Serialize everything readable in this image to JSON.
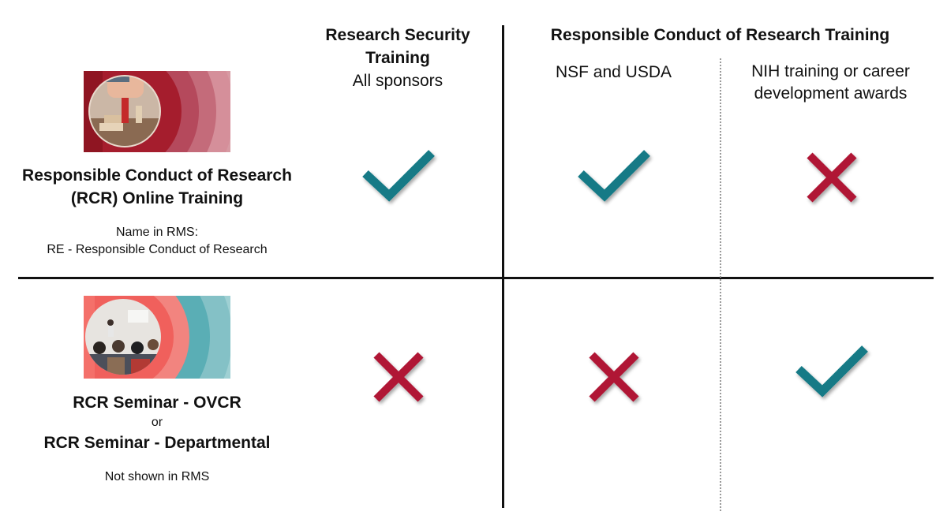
{
  "columns": {
    "research_security": {
      "title": "Research Security Training",
      "subtitle": "All sponsors"
    },
    "rcr_training": {
      "title": "Responsible Conduct of Research Training",
      "nsf_usda": "NSF and USDA",
      "nih": "NIH training or career development awards"
    }
  },
  "rows": [
    {
      "title": "Responsible Conduct of Research (RCR) Online Training",
      "note_line1": "Name in RMS:",
      "note_line2": "RE - Responsible Conduct of Research",
      "image": "hands-stacking-blocks-photo",
      "marks": {
        "research_security": "check",
        "nsf_usda": "check",
        "nih": "cross"
      }
    },
    {
      "title_line1": "RCR Seminar - OVCR",
      "or": "or",
      "title_line2": "RCR Seminar - Departmental",
      "note": "Not shown in RMS",
      "image": "seminar-audience-photo",
      "marks": {
        "research_security": "cross",
        "nsf_usda": "cross",
        "nih": "check"
      }
    }
  ],
  "colors": {
    "check": "#147a86",
    "cross": "#b01536",
    "rule": "#111111",
    "dotted_rule": "#9a9a9a",
    "row1_accent": "#a51d2d",
    "row2_accent": "#f0605c",
    "row2_teal": "#5aaeb5"
  }
}
